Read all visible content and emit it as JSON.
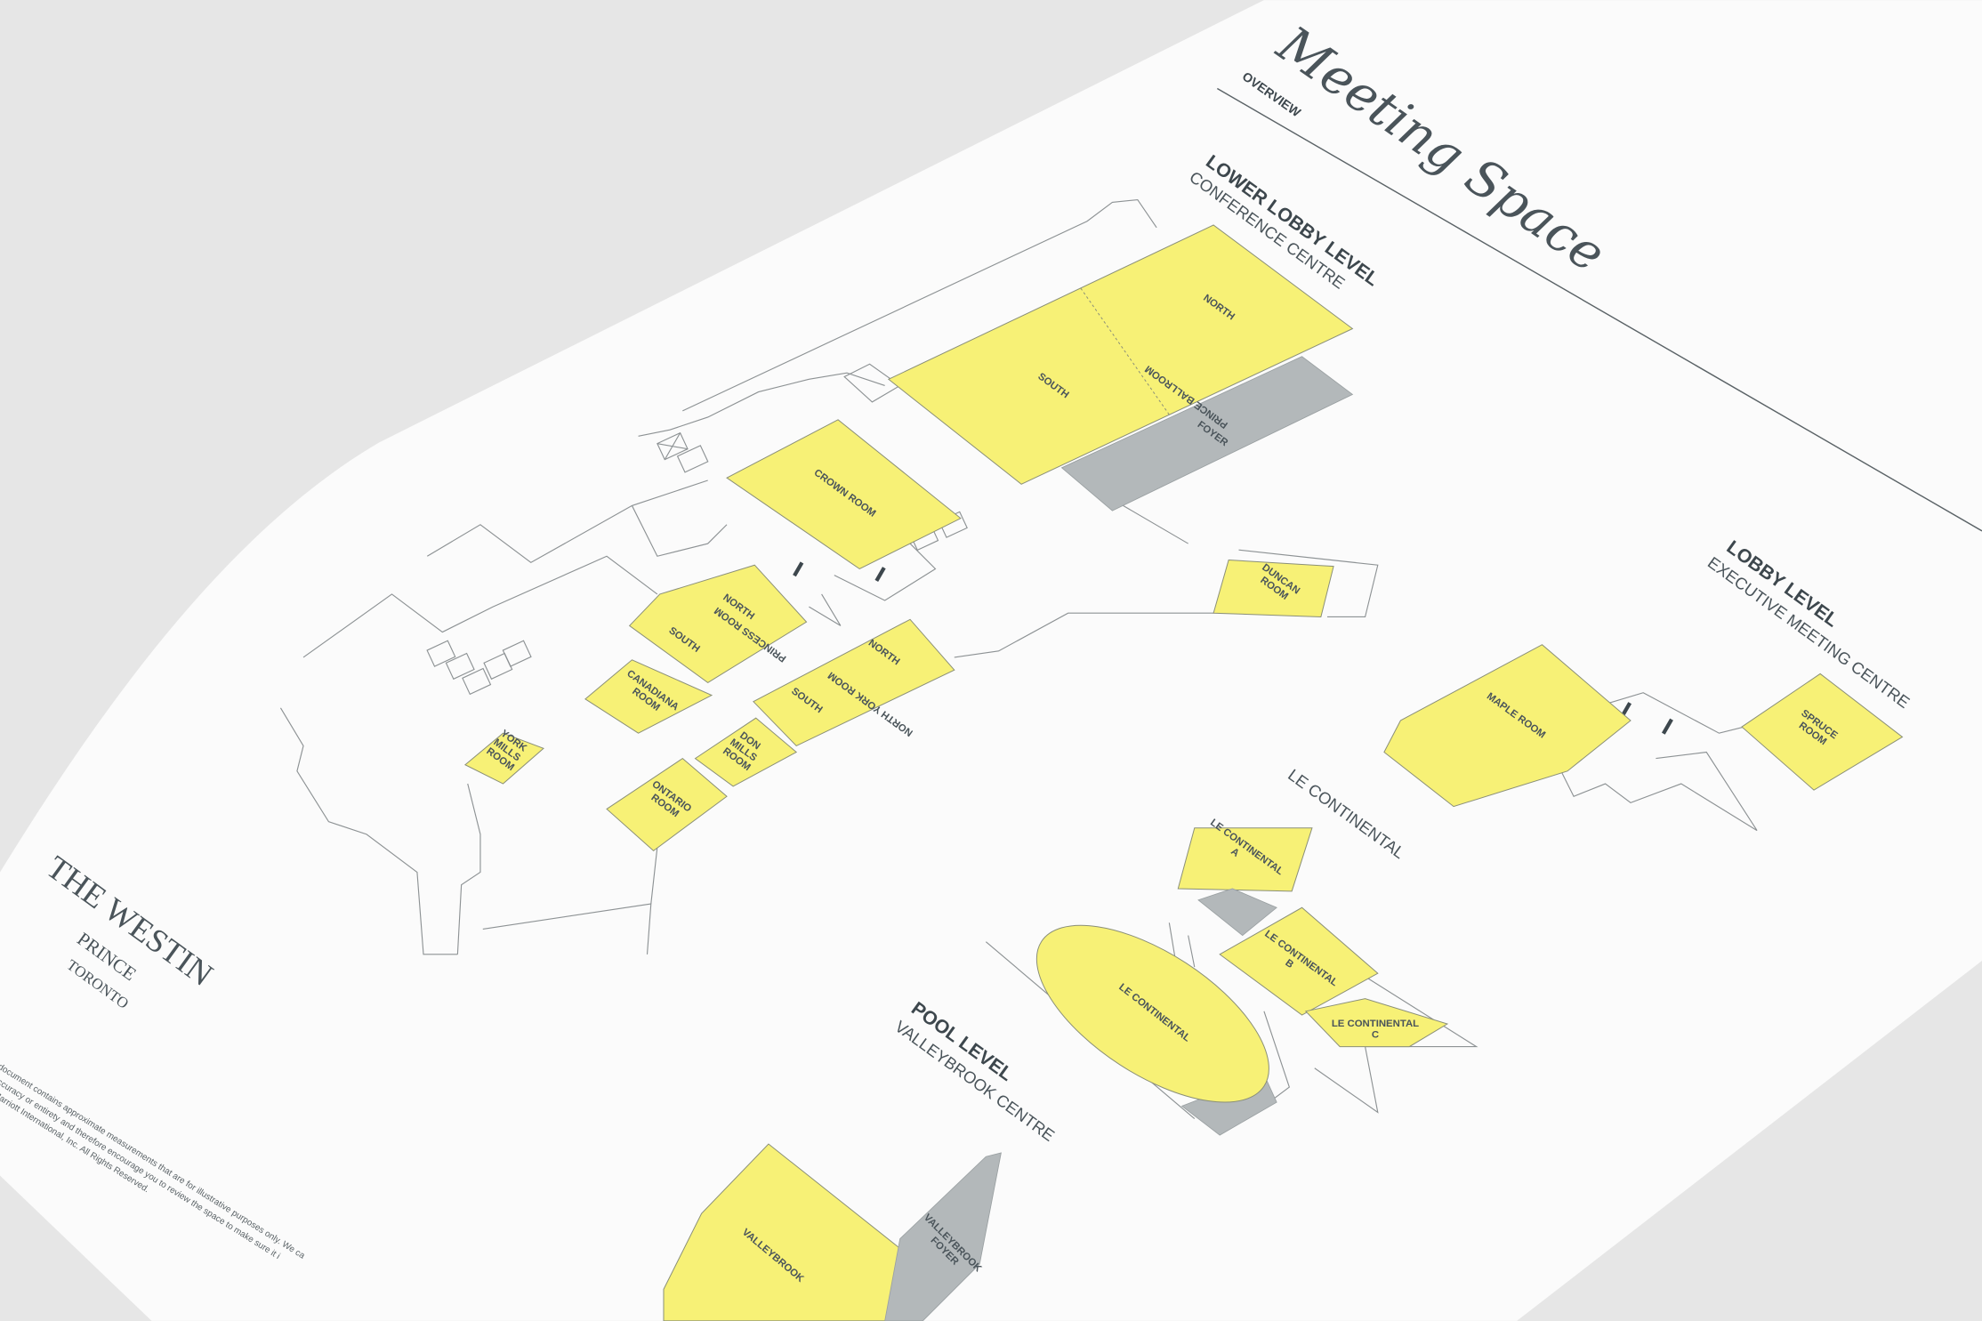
{
  "header": {
    "title": "Meeting Space",
    "subtitle": "OVERVIEW"
  },
  "levels": {
    "lower_lobby": {
      "name": "LOWER LOBBY LEVEL",
      "sub": "CONFERENCE CENTRE"
    },
    "lobby": {
      "name": "LOBBY LEVEL",
      "sub": "EXECUTIVE MEETING CENTRE"
    },
    "le_continental": {
      "name": "LE CONTINENTAL"
    },
    "pool": {
      "name": "POOL LEVEL",
      "sub": "VALLEYBROOK CENTRE"
    }
  },
  "rooms": {
    "ballroom_north": "NORTH",
    "ballroom_south": "SOUTH",
    "ballroom": "PRINCE BALLROOM",
    "foyer": "FOYER",
    "crown": "CROWN ROOM",
    "princess_north": "NORTH",
    "princess_south": "SOUTH",
    "princess": "PRINCESS ROOM",
    "canadiana": [
      "CANADIANA",
      "ROOM"
    ],
    "ny_north": "NORTH",
    "ny_south": "SOUTH",
    "north_york": "NORTH YORK ROOM",
    "don_mills": [
      "DON",
      "MILLS",
      "ROOM"
    ],
    "ontario": [
      "ONTARIO",
      "ROOM"
    ],
    "york_mills": [
      "YORK",
      "MILLS",
      "ROOM"
    ],
    "duncan": [
      "DUNCAN",
      "ROOM"
    ],
    "maple": "MAPLE ROOM",
    "spruce": [
      "SPRUCE",
      "ROOM"
    ],
    "lc_a": [
      "LE CONTINENTAL",
      "A"
    ],
    "lc_b": [
      "LE CONTINENTAL",
      "B"
    ],
    "lc_c": [
      "LE CONTINENTAL",
      "C"
    ],
    "lc": "LE CONTINENTAL",
    "valleybrook": "VALLEYBROOK",
    "valleybrook_foyer": [
      "VALLEYBROOK",
      "FOYER"
    ]
  },
  "logo": {
    "brand": "THE WESTIN",
    "line2": "PRINCE",
    "line3": "TORONTO"
  },
  "disclaimer": [
    "document contains approximate measurements that are for illustrative purposes only. We ca",
    "accuracy or entirety and therefore encourage you to review the space to make sure it i",
    "Marriott International, Inc. All Rights Reserved."
  ],
  "colors": {
    "room": "#f7f176",
    "foyer": "#b3b8ba",
    "paper": "#fbfbfb",
    "background": "#e9e9e9"
  }
}
